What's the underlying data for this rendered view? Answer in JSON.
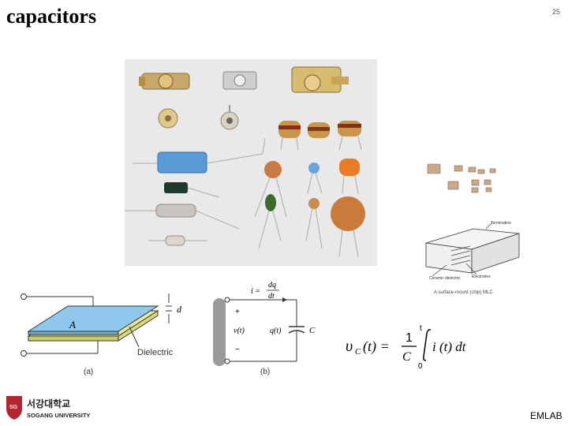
{
  "slide": {
    "title": "capacitors",
    "page_number": "25",
    "footer": "EMLAB"
  },
  "mlcc_figure": {
    "label_termination": "Termination",
    "label_ceramic": "Ceramic dielectric",
    "label_electrodes": "Electrodes",
    "caption": "A surface-mount (chip) MLC"
  },
  "plate_figure": {
    "area_label": "A",
    "distance_label": "d",
    "dielectric_label": "Dielectric",
    "caption": "(a)"
  },
  "circuit_figure": {
    "current_eq_lhs": "i =",
    "current_eq_num": "dq",
    "current_eq_den": "dt",
    "plus": "+",
    "minus": "−",
    "voltage_label": "v(t)",
    "charge_label": "q(t)",
    "cap_label": "C",
    "caption": "(b)"
  },
  "formula": {
    "lhs": "υ",
    "lhs_sub": "C",
    "lhs_arg": "(t) =",
    "frac_num": "1",
    "frac_den": "C",
    "upper_limit": "t",
    "lower_limit": "0",
    "integrand": "i (t) dt"
  },
  "logo": {
    "korean_name": "서강대학교",
    "english_name": "SOGANG UNIVERSITY"
  }
}
